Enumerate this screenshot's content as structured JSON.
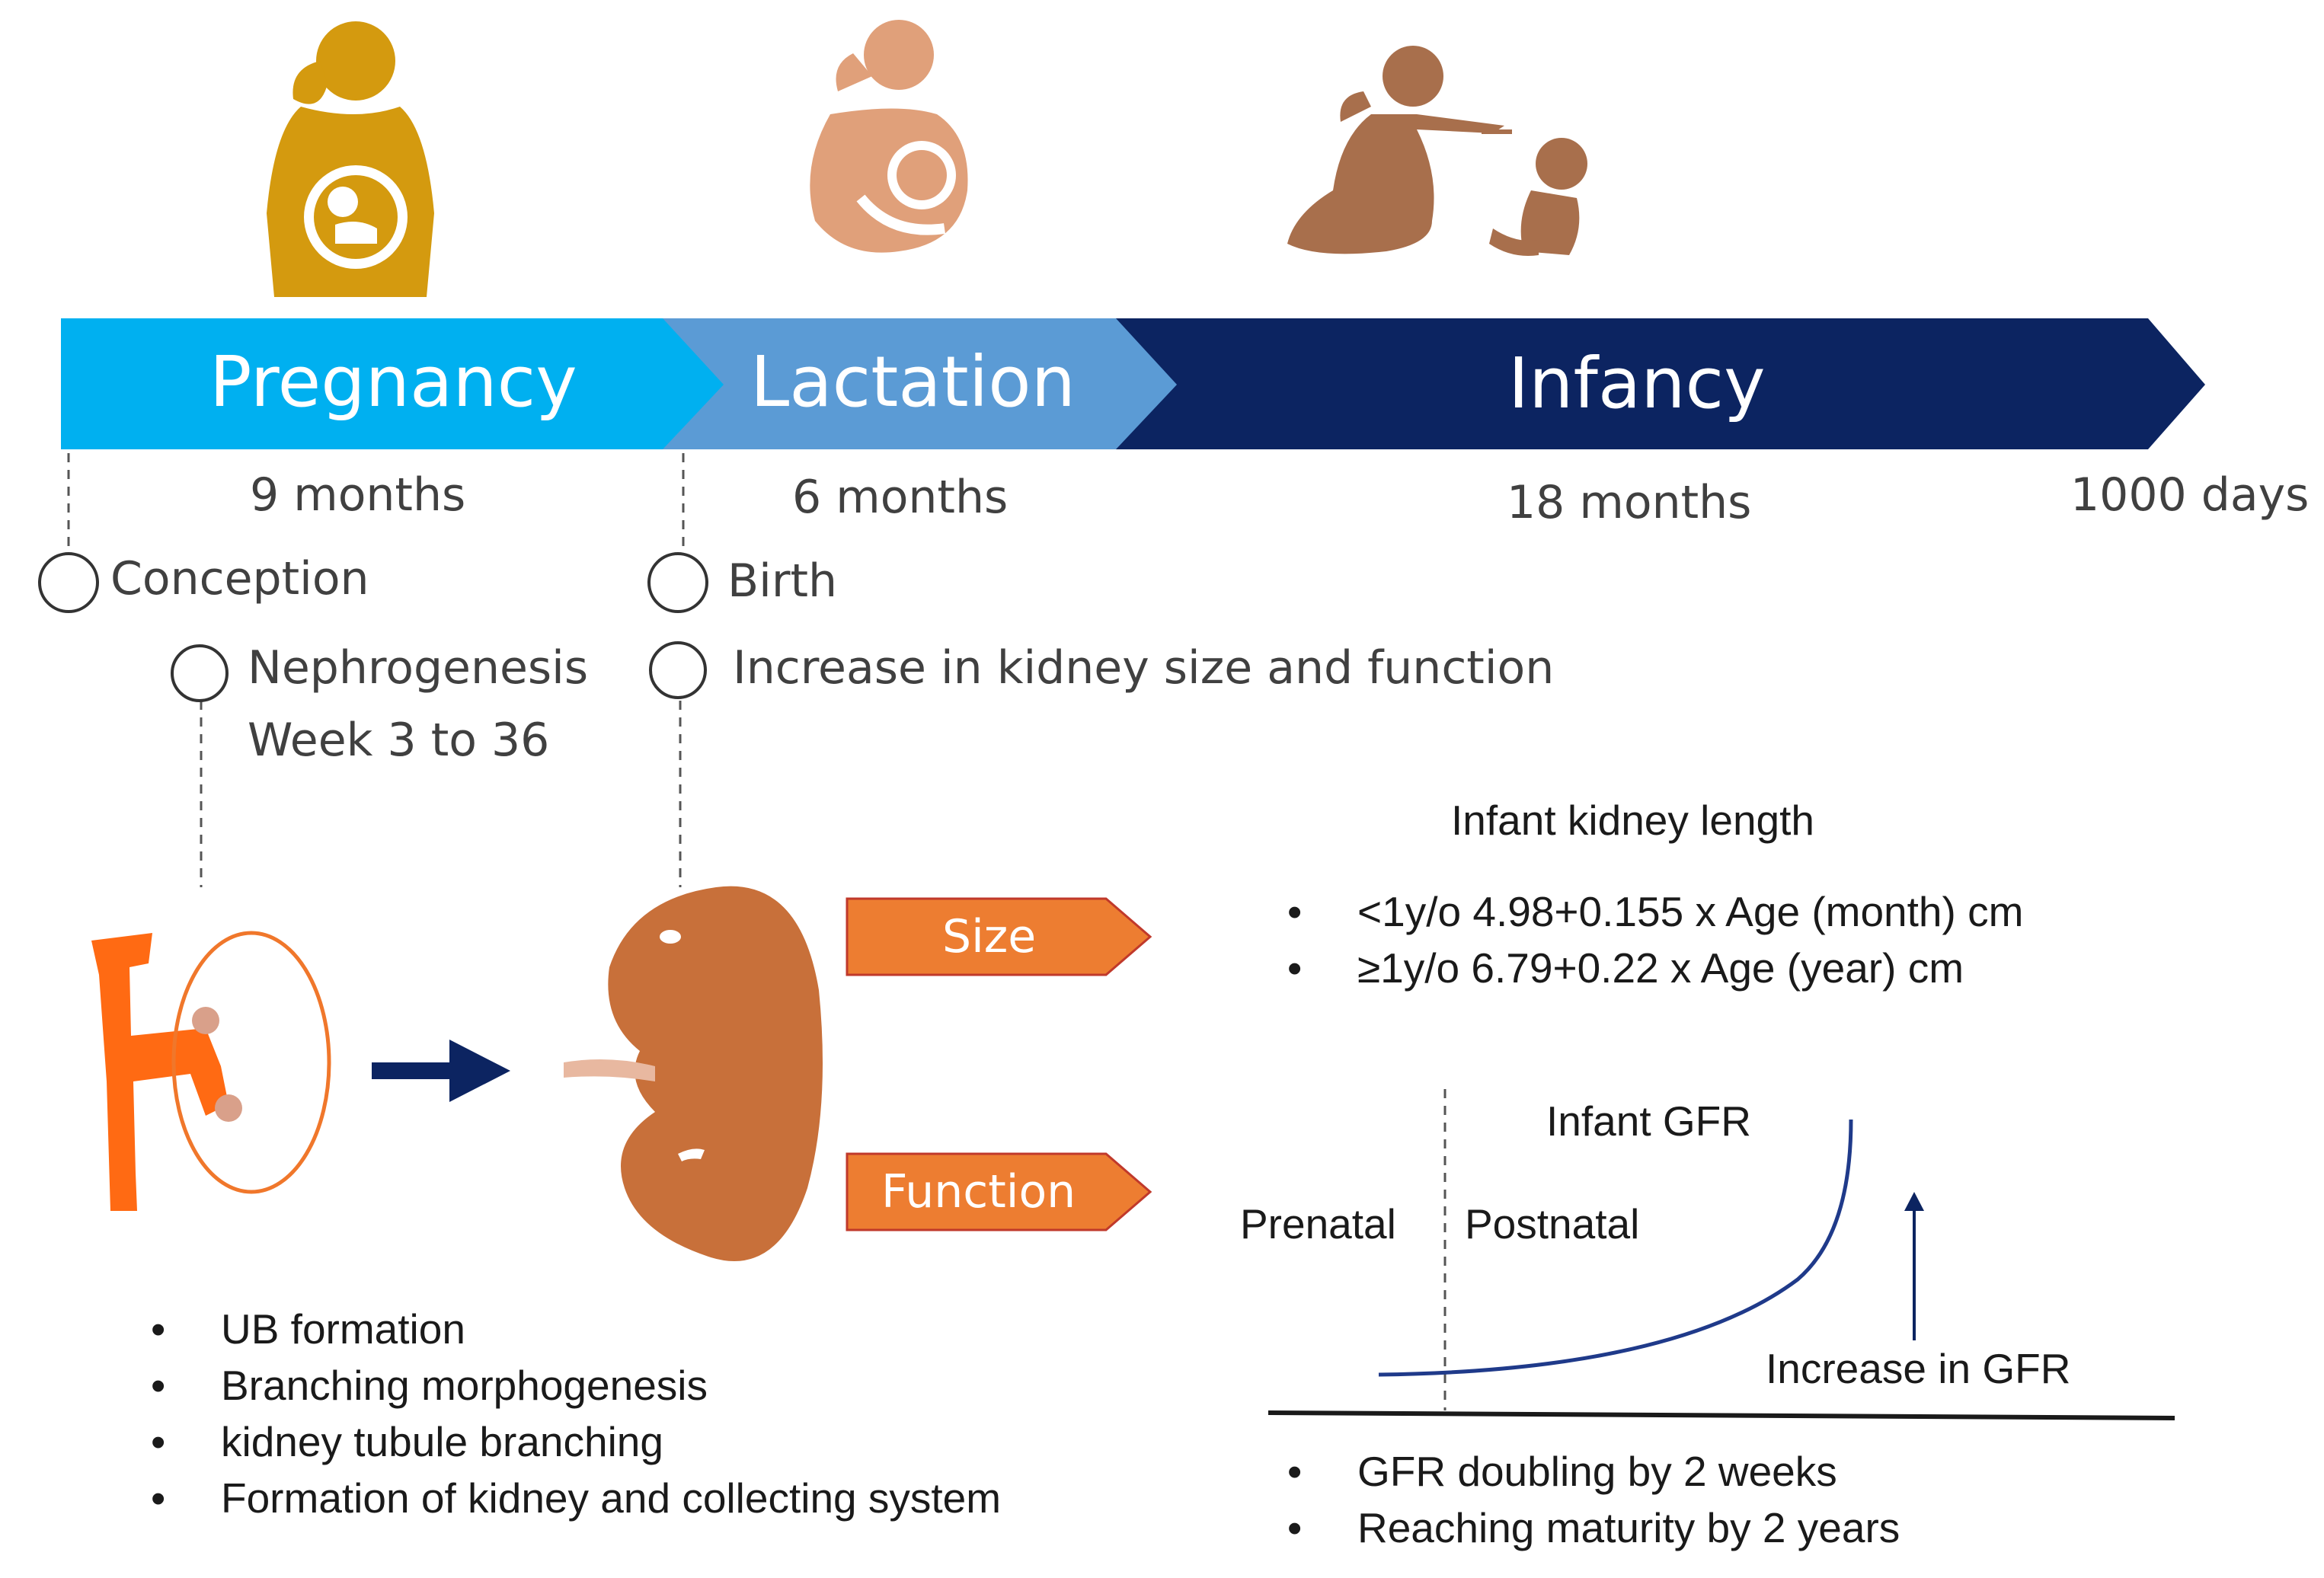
{
  "phases": [
    {
      "label": "Pregnancy",
      "duration": "9 months",
      "color": "#00b0f0"
    },
    {
      "label": "Lactation",
      "duration": "6 months",
      "color": "#5b9bd5"
    },
    {
      "label": "Infancy",
      "duration": "18 months",
      "color": "#0c2461"
    }
  ],
  "end_label": "1000 days",
  "milestones": {
    "conception": "Conception",
    "nephrogenesis_1": "Nephrogenesis",
    "nephrogenesis_2": "Week 3 to 36",
    "birth": "Birth",
    "increase": "Increase in kidney size and function"
  },
  "icons": {
    "pregnant": "pregnant-woman-icon",
    "breastfeeding": "breastfeeding-icon",
    "feeding": "mother-feeding-infant-icon",
    "kidney_embryo": "ureteric-bud-icon",
    "kidney": "kidney-icon"
  },
  "tags": {
    "size": "Size",
    "function": "Function",
    "color": "#ed7d31"
  },
  "kidney_length": {
    "title": "Infant kidney length",
    "items": [
      "<1y/o 4.98+0.155 x Age (month) cm",
      "≥1y/o 6.79+0.22   x Age (year) cm"
    ]
  },
  "gfr": {
    "title": "Infant GFR",
    "prenatal": "Prenatal",
    "postnatal": "Postnatal",
    "increase": "Increase in GFR",
    "items": [
      "GFR doubling by 2 weeks",
      "Reaching maturity by 2 years"
    ]
  },
  "kidney_dev": {
    "items": [
      "UB formation",
      "Branching morphogenesis",
      "kidney tubule branching",
      "Formation of kidney and collecting system"
    ]
  },
  "colors": {
    "pregnancy_icon": "#d49a0f",
    "lactation_icon": "#e0a07a",
    "infancy_icon": "#a86f4c",
    "kidney": "#c8703a",
    "curve": "#1f3a8a"
  }
}
